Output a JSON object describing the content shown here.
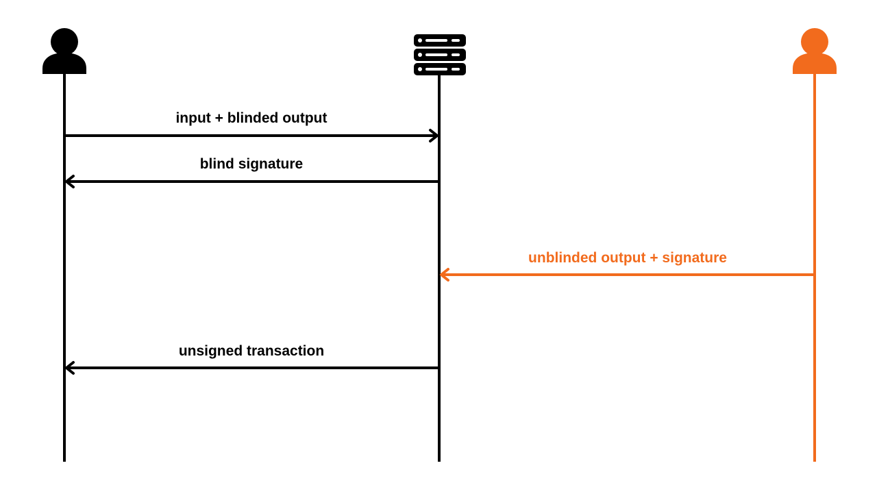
{
  "colors": {
    "black": "#000000",
    "orange": "#f26b1d",
    "background": "#ffffff"
  },
  "participants": [
    {
      "id": "user",
      "icon": "person-icon",
      "color": "#000000"
    },
    {
      "id": "server",
      "icon": "server-icon",
      "color": "#000000"
    },
    {
      "id": "user2",
      "icon": "person-icon",
      "color": "#f26b1d"
    }
  ],
  "messages": [
    {
      "from": "user",
      "to": "server",
      "label": "input + blinded output",
      "color": "#000000"
    },
    {
      "from": "server",
      "to": "user",
      "label": "blind signature",
      "color": "#000000"
    },
    {
      "from": "user2",
      "to": "server",
      "label": "unblinded output + signature",
      "color": "#f26b1d"
    },
    {
      "from": "server",
      "to": "user",
      "label": "unsigned transaction",
      "color": "#000000"
    }
  ]
}
